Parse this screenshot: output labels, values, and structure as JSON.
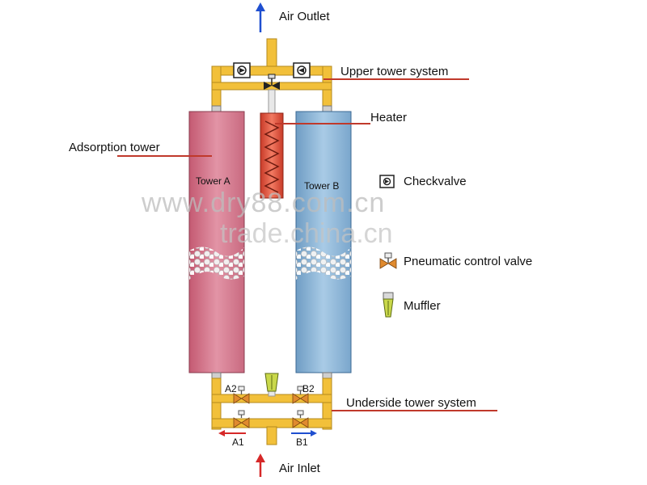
{
  "labels": {
    "air_outlet": "Air Outlet",
    "air_inlet": "Air Inlet",
    "upper_tower_system": "Upper tower system",
    "heater": "Heater",
    "adsorption_tower": "Adsorption tower",
    "underside_tower_system": "Underside tower system",
    "tower_a": "Tower A",
    "tower_b": "Tower B",
    "a1": "A1",
    "a2": "A2",
    "b1": "B1",
    "b2": "B2"
  },
  "legend": [
    {
      "icon": "checkvalve-icon",
      "label": "Checkvalve"
    },
    {
      "icon": "pneumatic-control-valve-icon",
      "label": "Pneumatic control valve"
    },
    {
      "icon": "muffler-icon",
      "label": "Muffler"
    }
  ],
  "watermarks": {
    "line1": "www.dry88.com.cn",
    "line2": "trade.china.cn"
  },
  "colors": {
    "pipe": "#f2c03a",
    "pipe_edge": "#b48a1c",
    "tower_a": "#d9788f",
    "tower_b": "#8cb6d8",
    "heater": "#e2553f",
    "callout_line": "#c0392b",
    "flow_arrow_blue": "#1f4fd0",
    "flow_arrow_red": "#d62828"
  }
}
